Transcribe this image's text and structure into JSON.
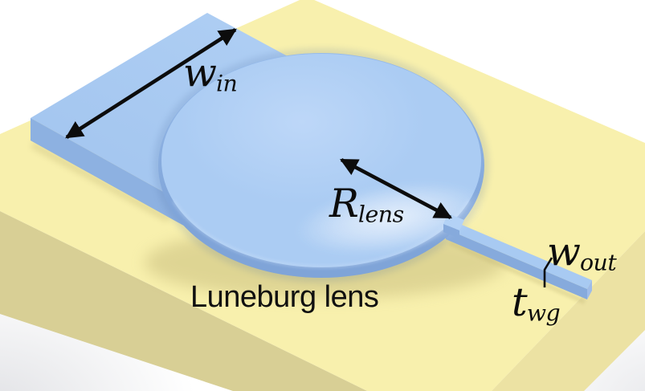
{
  "figure": {
    "type": "3d-device-schematic",
    "caption": "Luneburg lens",
    "dimension_labels": {
      "input_width": {
        "base": "w",
        "sub": "in"
      },
      "lens_radius": {
        "base": "R",
        "sub": "lens"
      },
      "output_width": {
        "base": "w",
        "sub": "out"
      },
      "waveguide_thickness": {
        "base": "t",
        "sub": "wg"
      }
    },
    "elements": [
      "substrate block",
      "input slab waveguide",
      "Luneburg lens dome",
      "output waveguide bar",
      "dimension arrow w_in",
      "dimension arrow R_lens",
      "leader line w_out / t_wg"
    ]
  },
  "colors": {
    "background": "#ffffff",
    "substrate_top": "#f8f0ad",
    "substrate_front": "#d8cf95",
    "substrate_right": "#ece2a3",
    "slab_top": "#a0c3ee",
    "slab_top_light": "#b2d1f5",
    "slab_front": "#8db1e1",
    "lens_light": "#bdd7f8",
    "lens_mid": "#abccf3",
    "lens_edge": "#97bbea",
    "lens_rim": "#7fa4d8",
    "lens_highlight": "#f4f8fe",
    "waveguide_top": "#a8caf2",
    "waveguide_front": "#86aadc",
    "waveguide_end": "#9fbce8",
    "shadow_khaki": "#b9ad6e",
    "contact_shadow": "#46679c",
    "annotation": "#0c0c0c"
  }
}
